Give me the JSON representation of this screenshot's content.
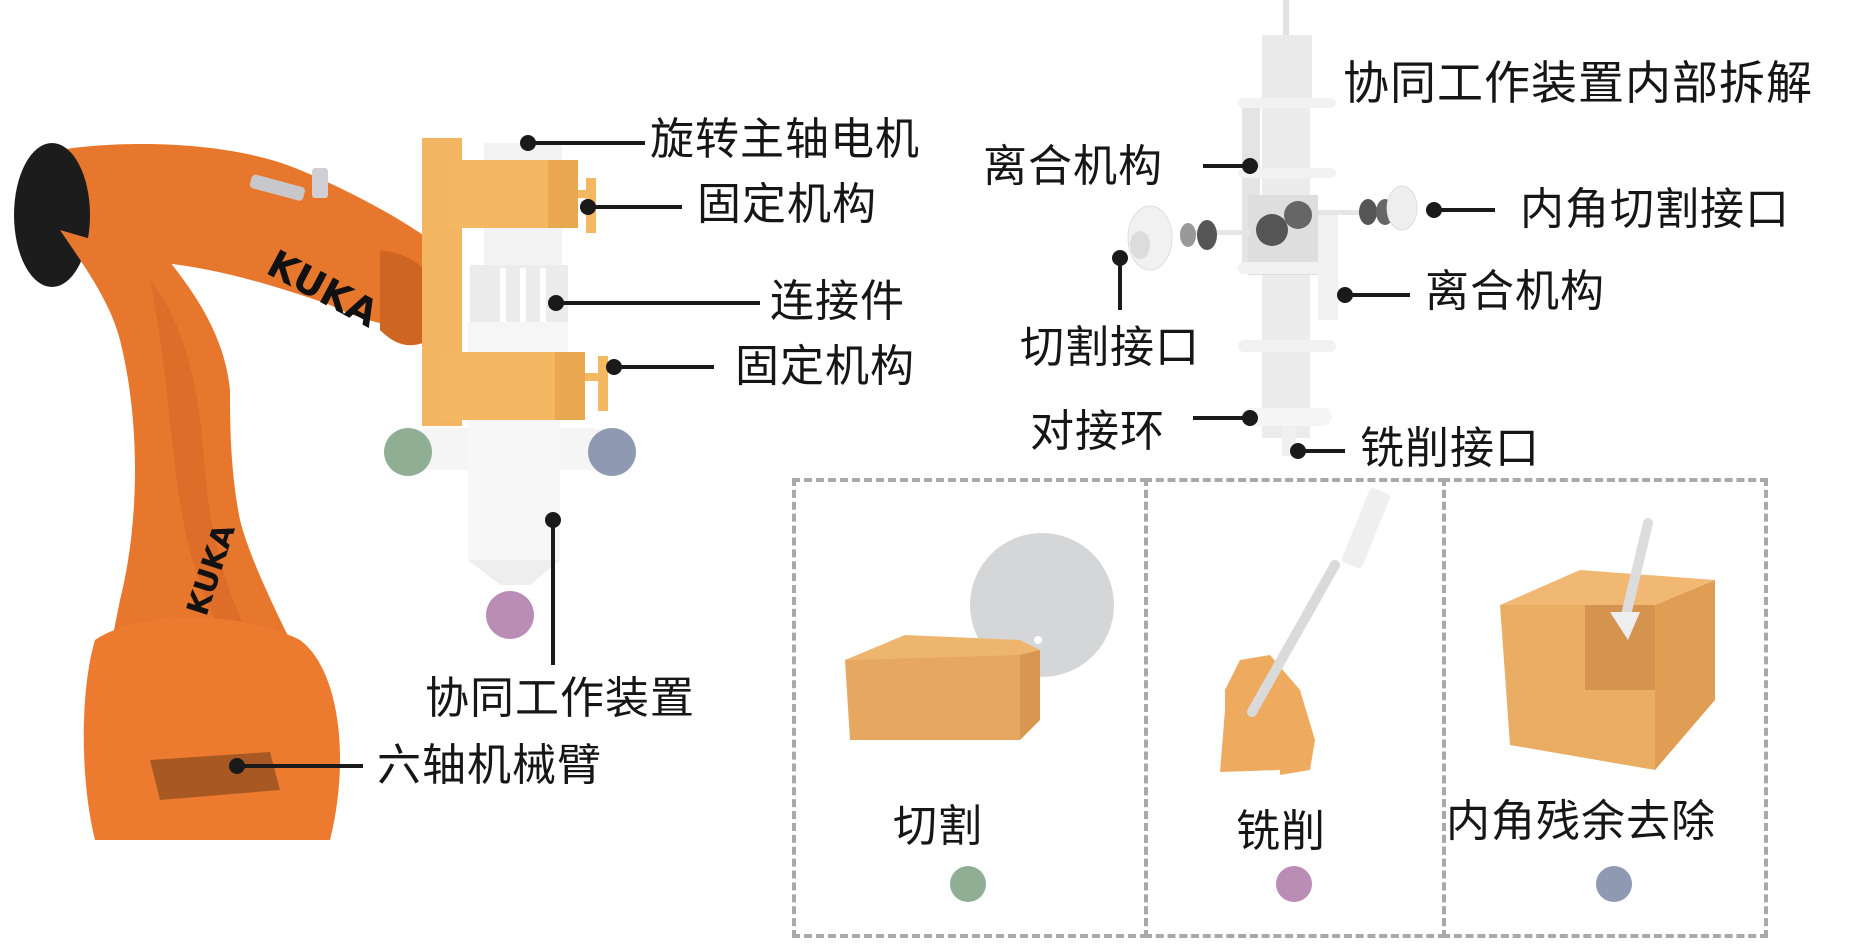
{
  "figure": {
    "robot": {
      "brand_text": "KUKA",
      "colors": {
        "arm": "#e8772e",
        "arm_shadow": "#c95f1d",
        "base_cap": "#1c1c1c"
      }
    },
    "device": {
      "colors": {
        "bracket": "#f2b561",
        "body": "#f4f4f4"
      }
    },
    "labels_left": [
      {
        "id": "spindle-motor",
        "text": "旋转主轴电机"
      },
      {
        "id": "fixing-mechanism-1",
        "text": "固定机构"
      },
      {
        "id": "connector",
        "text": "连接件"
      },
      {
        "id": "fixing-mechanism-2",
        "text": "固定机构"
      },
      {
        "id": "cooperative-device",
        "text": "协同工作装置"
      },
      {
        "id": "six-axis-arm",
        "text": "六轴机械臂"
      }
    ],
    "exploded_view": {
      "title": "协同工作装置内部拆解",
      "labels": [
        {
          "id": "clutch-left",
          "text": "离合机构"
        },
        {
          "id": "inner-corner-cutting-port",
          "text": "内角切割接口"
        },
        {
          "id": "cutting-port",
          "text": "切割接口"
        },
        {
          "id": "clutch-right",
          "text": "离合机构"
        },
        {
          "id": "docking-ring",
          "text": "对接环"
        },
        {
          "id": "milling-port",
          "text": "铣削接口"
        }
      ]
    },
    "modes": [
      {
        "id": "cutting",
        "label": "切割",
        "color": "#8fae94"
      },
      {
        "id": "milling",
        "label": "铣削",
        "color": "#b98db5"
      },
      {
        "id": "inner-corner-removal",
        "label": "内角残余去除",
        "color": "#8f9ab2"
      }
    ],
    "interface_colors": {
      "cutting": "#8fae94",
      "milling": "#b98db5",
      "inner_corner": "#8f9ab2"
    },
    "workpiece_color": "#e9ad63",
    "tool_color": "#d8d9db"
  }
}
